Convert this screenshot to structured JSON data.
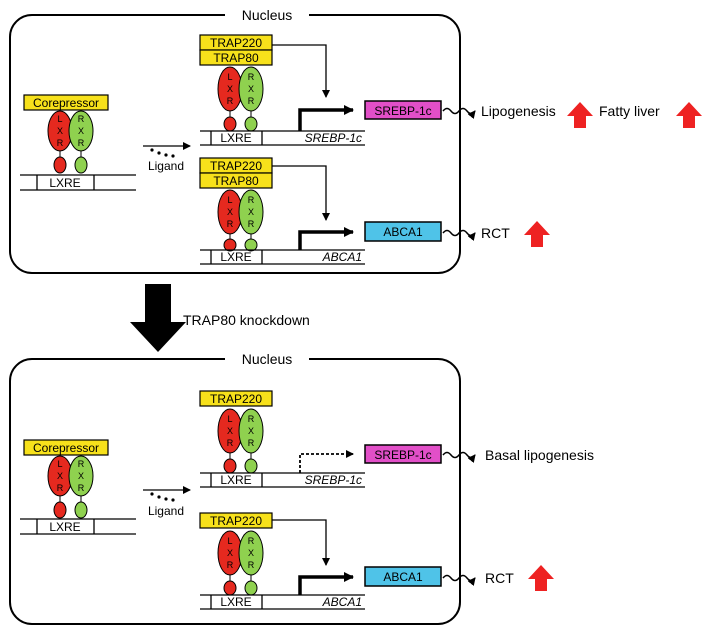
{
  "colors": {
    "corepressor_fill": "#f7e11b",
    "trap_fill": "#f7e11b",
    "lxr_fill": "#e5291f",
    "rxr_fill": "#8fd14f",
    "srebp_fill": "#e24fc8",
    "abca1_fill": "#4fc3e8",
    "up_arrow": "#ee2222",
    "knockdown_arrow": "#000000"
  },
  "icons": {
    "up_arrow": "red-up-arrow-icon",
    "knockdown_arrow": "down-arrow-icon",
    "wavy_arrow": "wavy-arrow-icon",
    "ligand": "ligand-dots-icon"
  },
  "top": {
    "nucleus_label": "Nucleus",
    "corepressor": "Corepressor",
    "lxr_letters": [
      "L",
      "X",
      "R"
    ],
    "rxr_letters": [
      "R",
      "X",
      "R"
    ],
    "lxre": "LXRE",
    "ligand": "Ligand",
    "trap220": "TRAP220",
    "trap80": "TRAP80",
    "gene_srebp": "SREBP-1c",
    "gene_abca1": "ABCA1",
    "product_srebp": "SREBP-1c",
    "product_abca1": "ABCA1",
    "outcome_lipogenesis": "Lipogenesis",
    "outcome_fatty_liver": "Fatty liver",
    "outcome_rct": "RCT"
  },
  "transition": {
    "label": "TRAP80 knockdown"
  },
  "bottom": {
    "nucleus_label": "Nucleus",
    "corepressor": "Corepressor",
    "lxre": "LXRE",
    "ligand": "Ligand",
    "trap220": "TRAP220",
    "gene_srebp": "SREBP-1c",
    "gene_abca1": "ABCA1",
    "product_srebp": "SREBP-1c",
    "product_abca1": "ABCA1",
    "outcome_basal": "Basal lipogenesis",
    "outcome_rct": "RCT"
  }
}
